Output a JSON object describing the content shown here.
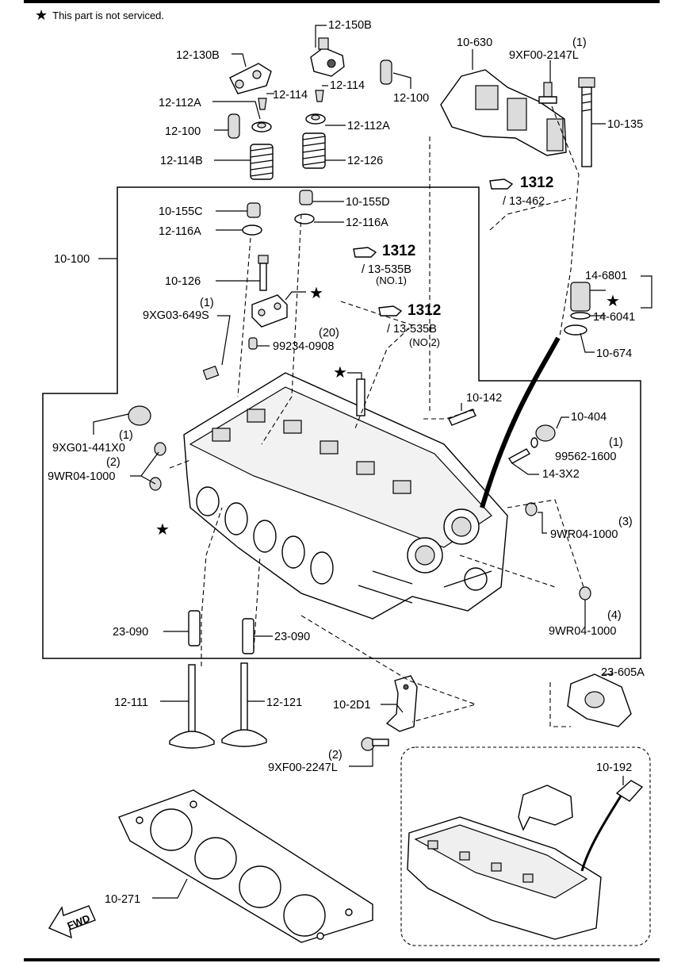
{
  "note": {
    "star": "★",
    "text": "This part is not serviced."
  },
  "labels": {
    "l_12_150B": "12-150B",
    "l_12_130B": "12-130B",
    "l_12_114_a": "12-114",
    "l_12_114_b": "12-114",
    "l_12_100_a": "12-100",
    "l_12_100_b": "12-100",
    "l_12_112A_a": "12-112A",
    "l_12_112A_b": "12-112A",
    "l_12_114B": "12-114B",
    "l_12_126": "12-126",
    "l_10_630": "10-630",
    "l_9XF00_2147L_qty": "(1)",
    "l_9XF00_2147L": "9XF00-2147L",
    "l_10_135": "10-135",
    "l_ref1312_a": "1312",
    "l_ref13_462": "/ 13-462",
    "l_10_155C": "10-155C",
    "l_10_155D": "10-155D",
    "l_12_116A_a": "12-116A",
    "l_12_116A_b": "12-116A",
    "l_10_100": "10-100",
    "l_10_126": "10-126",
    "l_ref1312_b": "1312",
    "l_ref13_535B_a": "/ 13-535B",
    "l_no1": "(NO.1)",
    "l_ref1312_c": "1312",
    "l_ref13_535B_b": "/ 13-535B",
    "l_no2": "(NO.2)",
    "l_9XG03_649S_qty": "(1)",
    "l_9XG03_649S": "9XG03-649S",
    "l_99234_qty": "(20)",
    "l_99234_0908": "99234-0908",
    "l_14_6801": "14-6801",
    "l_14_6041": "14-6041",
    "l_10_674": "10-674",
    "l_10_142": "10-142",
    "l_10_404": "10-404",
    "l_99562_qty": "(1)",
    "l_99562_1600": "99562-1600",
    "l_14_3X2": "14-3X2",
    "l_9XG01_qty": "(1)",
    "l_9XG01_441X0": "9XG01-441X0",
    "l_9WR04_qty2": "(2)",
    "l_9WR04_1000_a": "9WR04-1000",
    "l_9WR04_qty3": "(3)",
    "l_9WR04_1000_b": "9WR04-1000",
    "l_9WR04_qty4": "(4)",
    "l_9WR04_1000_c": "9WR04-1000",
    "l_23_090_a": "23-090",
    "l_23_090_b": "23-090",
    "l_23_605A": "23-605A",
    "l_12_111": "12-111",
    "l_12_121": "12-121",
    "l_10_2D1": "10-2D1",
    "l_9XF00_2247L_qty": "(2)",
    "l_9XF00_2247L": "9XF00-2247L",
    "l_10_192": "10-192",
    "l_10_271": "10-271",
    "l_fwd": "FWD",
    "star": "★"
  }
}
